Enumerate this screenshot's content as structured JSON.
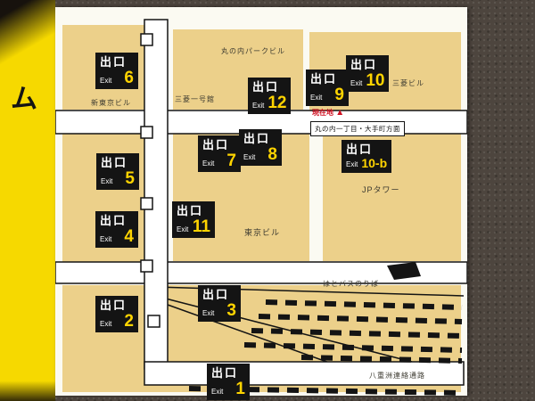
{
  "side_panel": {
    "partial_text": "ム"
  },
  "map": {
    "exits": [
      {
        "kanji": "出口",
        "latin": "Exit",
        "number": "6"
      },
      {
        "kanji": "出口",
        "latin": "Exit",
        "number": "12"
      },
      {
        "kanji": "出口",
        "latin": "Exit",
        "number": "9"
      },
      {
        "kanji": "出口",
        "latin": "Exit",
        "number": "10"
      },
      {
        "kanji": "出口",
        "latin": "Exit",
        "number": "5"
      },
      {
        "kanji": "出口",
        "latin": "Exit",
        "number": "7"
      },
      {
        "kanji": "出口",
        "latin": "Exit",
        "number": "8"
      },
      {
        "kanji": "出口",
        "latin": "Exit",
        "number": "10-b"
      },
      {
        "kanji": "出口",
        "latin": "Exit",
        "number": "4"
      },
      {
        "kanji": "出口",
        "latin": "Exit",
        "number": "11"
      },
      {
        "kanji": "出口",
        "latin": "Exit",
        "number": "2"
      },
      {
        "kanji": "出口",
        "latin": "Exit",
        "number": "3"
      },
      {
        "kanji": "出口",
        "latin": "Exit",
        "number": "1"
      }
    ],
    "labels": {
      "marunouchi_park": "丸の内パークビル",
      "mitsubishi_ichigokan": "三菱一号館",
      "shin_tokyo": "新東京ビル",
      "mitsubishi_bldg": "三菱ビル",
      "current_location": "現在地",
      "current_marker": "▲",
      "direction_box": "丸の内一丁目・大手町方面",
      "jp_tower": "JPタワー",
      "tokyo_bldg": "東京ビル",
      "hato_bus": "はとバスのりば",
      "yaesu": "八重洲連絡通路"
    },
    "colors": {
      "wall": "#4d453e",
      "frame_yellow": "#f6d900",
      "panel": "#fbfaf2",
      "building": "#ecd08a",
      "exit_background": "#141414",
      "exit_number_yellow": "#ffd400",
      "road_outline": "#141414",
      "location_red": "#cf1021"
    }
  }
}
